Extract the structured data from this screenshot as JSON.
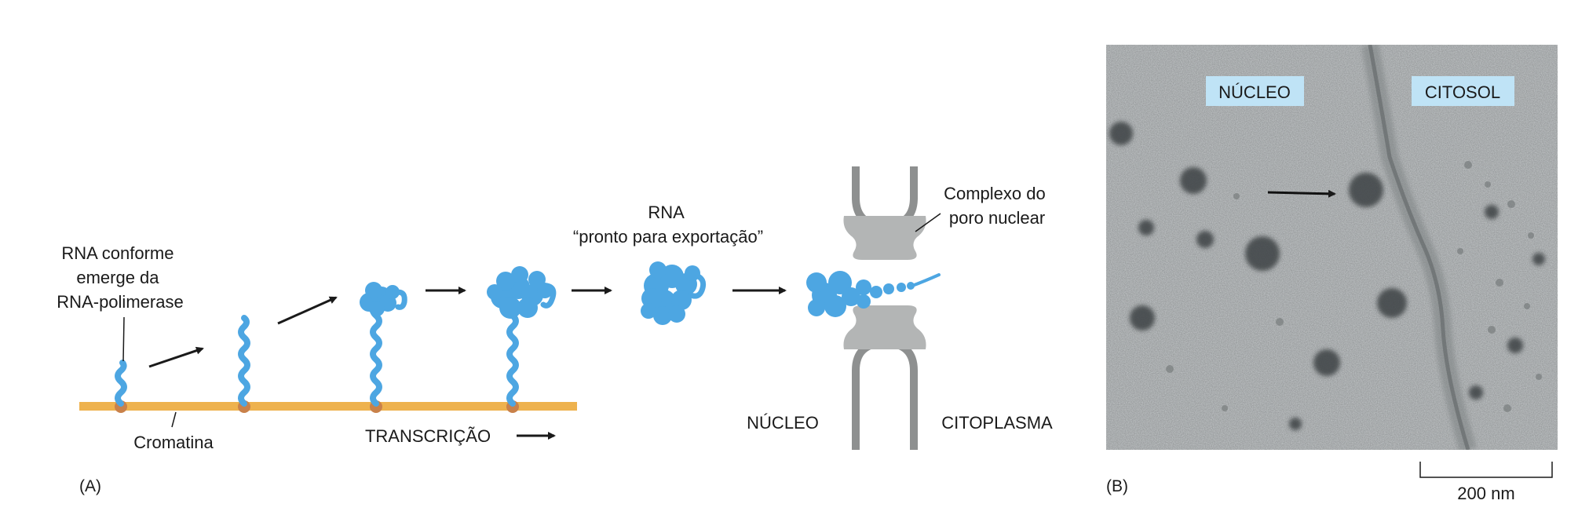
{
  "panel_a": {
    "panel_label": "(A)",
    "emerge_label": [
      "RNA conforme",
      "emerge da",
      "RNA-polimerase"
    ],
    "chromatin_label": "Cromatina",
    "transcription_label": "TRANSCRIÇÃO",
    "export_ready_label": [
      "RNA",
      "“pronto para exportação”"
    ],
    "pore_label": [
      "Complexo do",
      "poro nuclear"
    ],
    "nucleus_label": "NÚCLEO",
    "cytoplasm_label": "CITOPLASMA"
  },
  "panel_b": {
    "panel_label": "(B)",
    "nucleus_tag": "NÚCLEO",
    "cytosol_tag": "CITOSOL",
    "scale_bar_label": "200 nm"
  },
  "colors": {
    "rna": "#4da6e2",
    "chromatin": "#eeb24e",
    "polymerase": "#c9814a",
    "pore": "#b3b5b5",
    "membrane": "#8e9090",
    "tag_bg": "#bfe3f6"
  }
}
